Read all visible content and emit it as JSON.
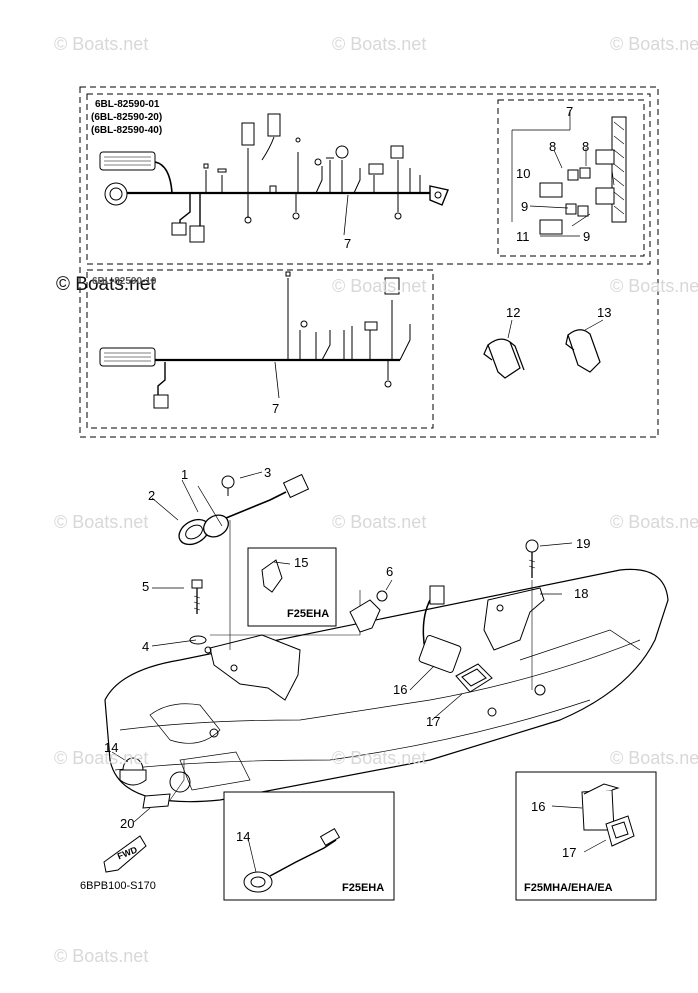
{
  "watermarks": [
    "© Boats.net",
    "© Boats.net",
    "© Boats.net",
    "© Boats.net",
    "© Boats.net",
    "© Boats.net",
    "© Boats.net",
    "© Boats.net",
    "© Boats.net",
    "© Boats.net",
    "© Boats.net",
    "© Boats.net"
  ],
  "overlay_watermark": "© Boats.net",
  "harness_part_numbers": [
    "6BL-82590-01",
    "(6BL-82590-20)",
    "(6BL-82590-40)"
  ],
  "lower_harness_part_number": "6BL-82590-10",
  "callouts": {
    "c1": "1",
    "c2": "2",
    "c3": "3",
    "c4": "4",
    "c5": "5",
    "c6": "6",
    "c7a": "7",
    "c7b": "7",
    "c7c": "7",
    "c8a": "8",
    "c8b": "8",
    "c9a": "9",
    "c9b": "9",
    "c10": "10",
    "c11": "11",
    "c12": "12",
    "c13": "13",
    "c14a": "14",
    "c14b": "14",
    "c15": "15",
    "c16a": "16",
    "c16b": "16",
    "c17a": "17",
    "c17b": "17",
    "c18": "18",
    "c19": "19",
    "c20": "20"
  },
  "models": {
    "inset15": "F25EHA",
    "inset14": "F25EHA",
    "inset16": "F25MHA/EHA/EA"
  },
  "fwd_label": "FWD",
  "diagram_code": "6BPB100-S170"
}
